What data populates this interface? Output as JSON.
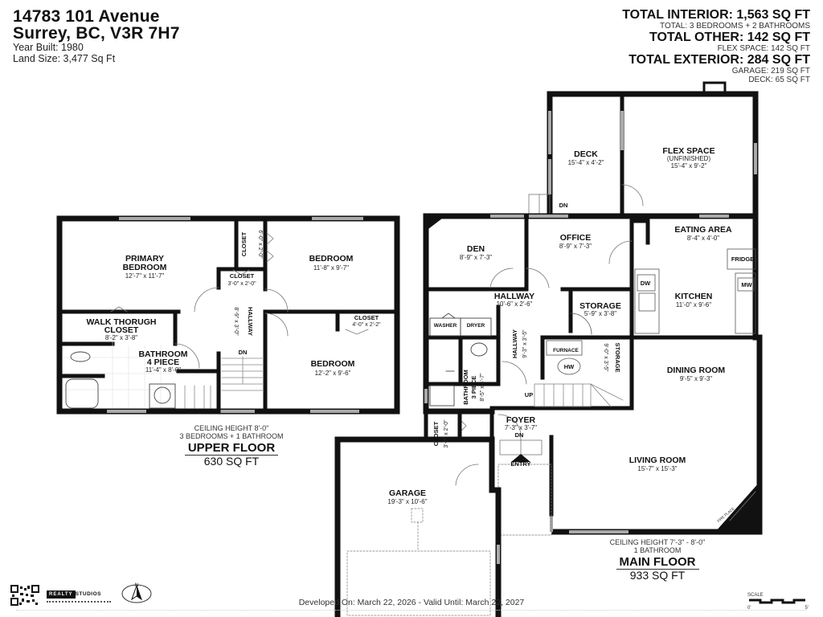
{
  "header": {
    "address_line1": "14783 101 Avenue",
    "address_line2": "Surrey, BC, V3R 7H7",
    "year_built": "Year Built: 1980",
    "land_size": "Land Size: 3,477 Sq Ft"
  },
  "totals": {
    "interior": "TOTAL INTERIOR: 1,563 SQ FT",
    "interior_sub": "TOTAL: 3 BEDROOMS + 2 BATHROOMS",
    "other": "TOTAL OTHER: 142 SQ FT",
    "other_sub": "FLEX SPACE: 142 SQ FT",
    "exterior": "TOTAL EXTERIOR: 284 SQ FT",
    "exterior_sub1": "GARAGE: 219 SQ FT",
    "exterior_sub2": "DECK: 65 SQ FT"
  },
  "upper_floor": {
    "ceiling": "CEILING HEIGHT 8'-0\"",
    "rooms_summary": "3 BEDROOMS + 1 BATHROOM",
    "name": "UPPER FLOOR",
    "area": "630 SQ FT",
    "rooms": {
      "primary_bedroom": {
        "label1": "PRIMARY",
        "label2": "BEDROOM",
        "dims": "12'-7\" x 11'-7\""
      },
      "closet_vertical": {
        "label": "CLOSET",
        "dims": "6'-0\" x 2'-0\""
      },
      "bedroom1": {
        "label": "BEDROOM",
        "dims": "11'-8\" x 9'-7\""
      },
      "closet_small": {
        "label": "CLOSET",
        "dims": "3'-0\" x 2'-0\""
      },
      "hallway": {
        "label": "HALLWAY",
        "dims": "8'-9\" x 3'-0\""
      },
      "walk_closet": {
        "label1": "WALK THORUGH",
        "label2": "CLOSET",
        "dims": "8'-2\" x 3'-8\""
      },
      "bathroom": {
        "label1": "BATHROOM",
        "label2": "4 PIECE",
        "dims": "11'-4\" x 8'-0\""
      },
      "closet_bed2": {
        "label": "CLOSET",
        "dims": "4'-0\" x 2'-2\""
      },
      "bedroom2": {
        "label": "BEDROOM",
        "dims": "12'-2\" x 9'-6\""
      },
      "stairs": {
        "label": "DN"
      }
    }
  },
  "main_floor": {
    "ceiling": "CEILING HEIGHT 7'-3\" - 8'-0\"",
    "rooms_summary": "1 BATHROOM",
    "name": "MAIN FLOOR",
    "area": "933 SQ FT",
    "rooms": {
      "deck": {
        "label": "DECK",
        "dims": "15'-4\" x 4'-2\"",
        "stairs": "DN"
      },
      "flex": {
        "label": "FLEX SPACE",
        "note": "(UNFINISHED)",
        "dims": "15'-4\" x 9'-2\""
      },
      "den": {
        "label": "DEN",
        "dims": "8'-9\" x 7'-3\""
      },
      "office": {
        "label": "OFFICE",
        "dims": "8'-9\" x 7'-3\""
      },
      "eating": {
        "label": "EATING AREA",
        "dims": "8'-4\" x 4'-0\""
      },
      "kitchen": {
        "label": "KITCHEN",
        "dims": "11'-0\" x 9'-6\"",
        "fridge": "FRIDGE",
        "dw": "DW",
        "mw": "MW"
      },
      "hallway1": {
        "label": "HALLWAY",
        "dims": "10'-6\" x 2'-6\""
      },
      "washer": "WASHER",
      "dryer": "DRYER",
      "storage1": {
        "label": "STORAGE",
        "dims": "5'-9\" x 3'-8\""
      },
      "hallway2": {
        "label": "HALLWAY",
        "dims": "9'-3\" x 3'-5\""
      },
      "furnace": "FURNACE",
      "hw": "HW",
      "storage2": {
        "label": "STORAGE",
        "dims": "9'-0\" x 3'-5\""
      },
      "bathroom": {
        "label1": "BATHROOM",
        "label2": "3 PIECE",
        "dims": "8'-5\" x 4'-7\""
      },
      "up": "UP",
      "dining": {
        "label": "DINING ROOM",
        "dims": "9'-5\" x 9'-3\""
      },
      "closet": {
        "label": "CLOSET",
        "dims": "3'-7\" x 2'-0\""
      },
      "foyer": {
        "label": "FOYER",
        "dims": "7'-3\" x 3'-7\"",
        "stairs": "DN"
      },
      "entry": "ENTRY",
      "garage": {
        "label": "GARAGE",
        "dims": "19'-3\" x 10'-6\""
      },
      "living": {
        "label": "LIVING ROOM",
        "dims": "15'-7\" x 15'-3\"",
        "fireplace": "FIRE PLACE"
      }
    }
  },
  "footer": {
    "developed": "Developed On: March 22, 2026 - Valid Until: March 22, 2027",
    "logo_box": "REALTY",
    "logo_text": "STUDIOS",
    "compass": "N",
    "scale_label": "SCALE",
    "scale_start": "0'",
    "scale_end": "5'"
  }
}
